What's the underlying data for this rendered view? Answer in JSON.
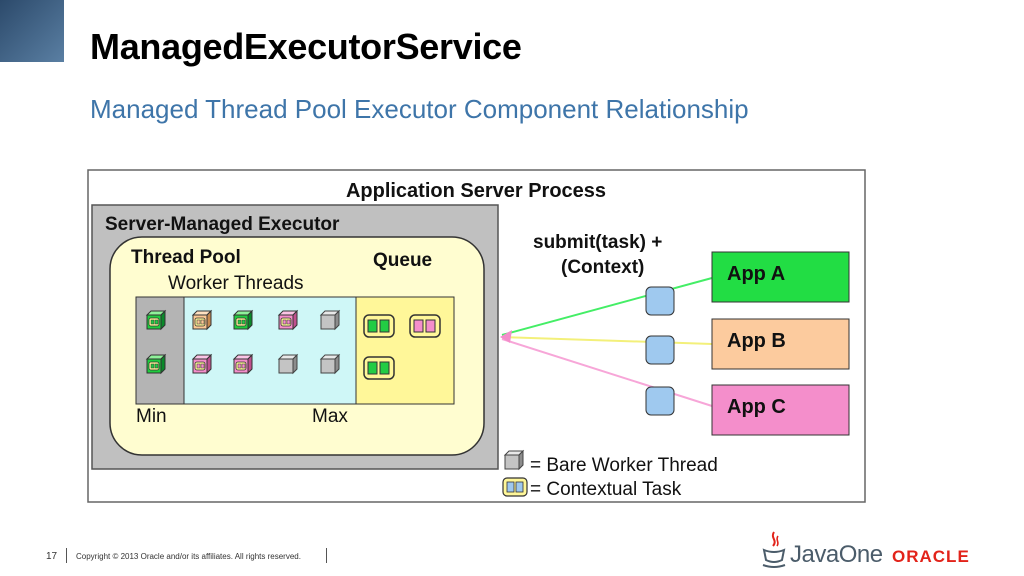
{
  "title": "ManagedExecutorService",
  "subtitle": "Managed Thread Pool Executor Component Relationship",
  "diagram": {
    "process_label": "Application Server Process",
    "executor_label": "Server-Managed Executor",
    "thread_pool_label": "Thread Pool",
    "worker_threads_label": "Worker Threads",
    "queue_label": "Queue",
    "min_label": "Min",
    "max_label": "Max",
    "submit_line1": "submit(task)  +",
    "submit_line2": "(Context)",
    "apps": [
      {
        "label": "App A",
        "color": "#22dd44"
      },
      {
        "label": "App B",
        "color": "#fccb9e"
      },
      {
        "label": "App C",
        "color": "#f48ecb"
      }
    ],
    "legend_bare": "= Bare Worker Thread",
    "legend_task": "= Contextual Task",
    "colors": {
      "thread_pool_bg": "#fffdd0",
      "worker_area": "#cff7f7",
      "queue_area": "#fff799",
      "executor_bg": "#c0c0c0",
      "context_box": "#9fc9ef"
    }
  },
  "footer": {
    "page_number": "17",
    "copyright": "Copyright © 2013 Oracle and/or its affiliates. All rights reserved.",
    "javaone": "JavaOne",
    "oracle": "ORACLE"
  }
}
